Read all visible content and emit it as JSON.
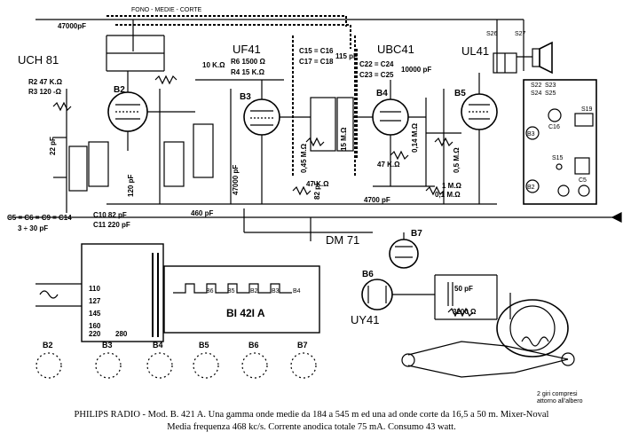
{
  "tubes": {
    "uch81": "UCH 81",
    "uf41": "UF41",
    "ubc41": "UBC41",
    "ul41": "UL41",
    "dm71": "DM 71",
    "uy41": "UY41",
    "b2": "B2",
    "b3": "B3",
    "b4": "B4",
    "b5": "B5",
    "b6": "B6",
    "b7": "B7"
  },
  "header": {
    "switch_label": "FONO - MEDIE - CORTE"
  },
  "values": {
    "c1_top": "47000pF",
    "r2": "R2 47 K.Ω",
    "r3": "R3 120 -Ω",
    "r6": "R6 1500 Ω",
    "r4": "R4 15 K.Ω",
    "c15": "C15 = C16",
    "c17": "C17 = C18",
    "c15_val": "115 pF",
    "c22": "C22 = C24",
    "c23": "C23 = C25",
    "c22_val": "10000 pF",
    "c5_eq": "C5 = C6 = C9 = C14",
    "c5_range": "3 ÷ 30 pF",
    "c10": "C10 82 pF",
    "c11": "C11 220 pF",
    "c460": "460 pF",
    "c47000": "47000 pF",
    "c4700": "4700 pF",
    "c82": "82 pF",
    "r47k": "47 K.Ω",
    "r01m": "0,1 M.Ω",
    "r1m": "1 M.Ω",
    "c50": "50 pF",
    "r3200": "3200 Ω",
    "r10k": "10 K.Ω",
    "r15m": "15 M.Ω",
    "r47k2": "47 K.Ω",
    "r014": "0,14 M.Ω",
    "r05m": "0,5 M.Ω",
    "r045": "0,45 M.Ω",
    "c22p": "22 pF",
    "c120": "120 pF"
  },
  "transformer": {
    "label": "BI 42I A",
    "taps": [
      "110",
      "127",
      "145",
      "160",
      "220",
      "280"
    ],
    "heater_labels": [
      "B6",
      "B5",
      "B2",
      "B3",
      "B4"
    ]
  },
  "sockets": [
    "B2",
    "B3",
    "B4",
    "B5",
    "B6",
    "B7"
  ],
  "right_panel": {
    "labels": [
      "S26",
      "S27",
      "S22",
      "S23",
      "S24",
      "S25",
      "C16",
      "S19",
      "B3",
      "S15",
      "B2",
      "C5"
    ]
  },
  "dial": {
    "note_line1": "2 giri compresi",
    "note_line2": "attorno all'albero"
  },
  "caption": {
    "line1": "PHILIPS RADIO - Mod. B. 421 A. Una gamma onde medie da 184 a 545 m ed una ad onde corte da 16,5 a 50 m. Mixer-Noval",
    "line2": "Media frequenza 468 kc/s. Corrente anodica totale 75 mA. Consumo 43 watt."
  }
}
